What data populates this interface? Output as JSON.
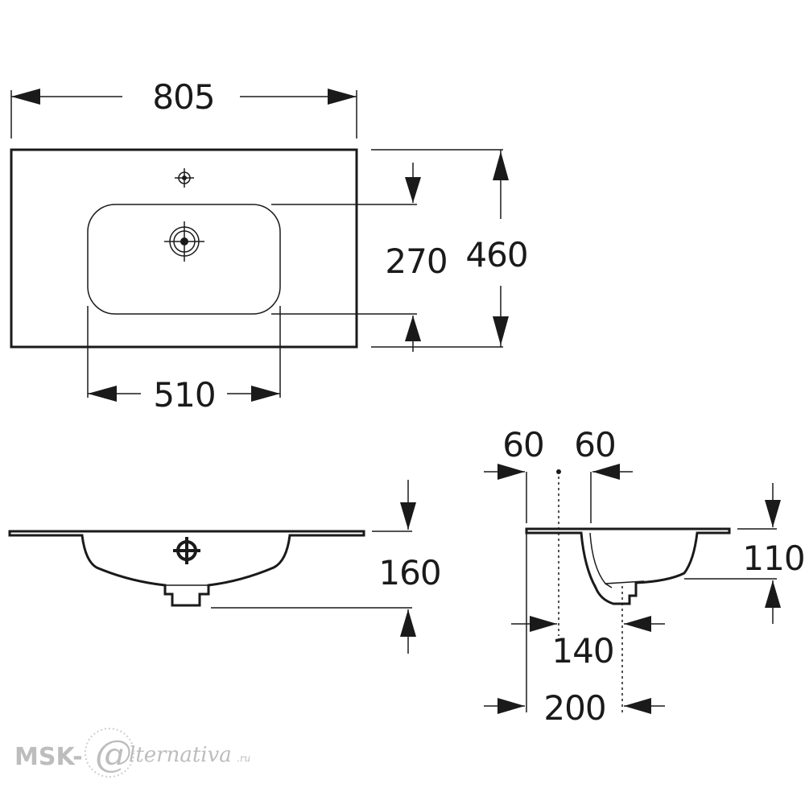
{
  "top_view": {
    "width_label": "805",
    "depth_label": "460",
    "bowl_depth_label": "270",
    "bowl_width_label": "510"
  },
  "front_view": {
    "height_label": "160"
  },
  "side_view": {
    "left_offset_label": "60",
    "right_offset_label": "60",
    "bowl_height_label": "110",
    "drain_offset_label": "140",
    "overall_label": "200"
  },
  "watermark": {
    "brand": "MSK-",
    "at": "@",
    "rest": "lternativa",
    "domain": ".ru"
  }
}
